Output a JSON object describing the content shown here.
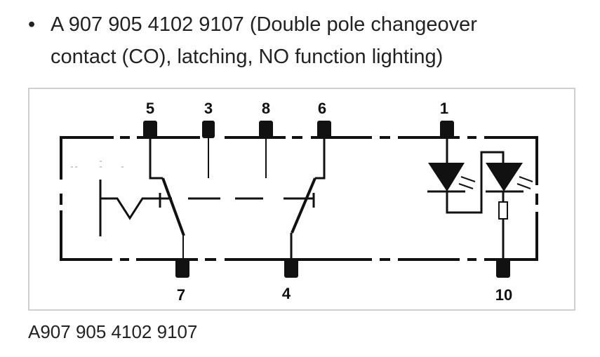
{
  "bullet": {
    "marker": "•",
    "line1": "A 907 905 4102 9107 (Double pole changeover",
    "line2": "contact (CO), latching, NO function lighting)"
  },
  "diagram": {
    "pins_top": [
      "5",
      "3",
      "8",
      "6",
      "1"
    ],
    "pins_bottom": [
      "7",
      "4",
      "10"
    ]
  },
  "caption": "A907 905 4102 9107"
}
